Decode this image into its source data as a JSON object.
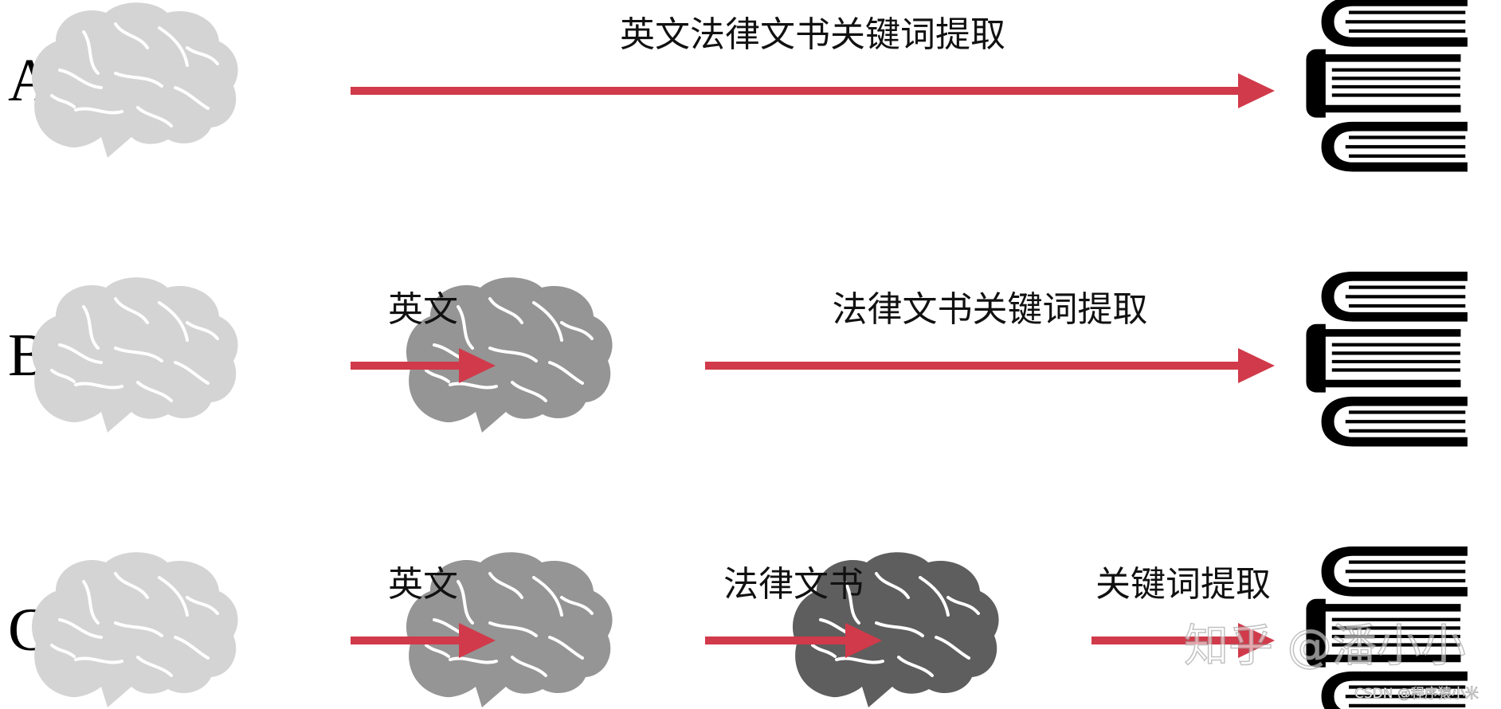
{
  "rows": [
    {
      "letter": "A",
      "steps": [
        {
          "label": "英文法律文书关键词提取"
        }
      ]
    },
    {
      "letter": "B",
      "steps": [
        {
          "label": "英文"
        },
        {
          "label": "法律文书关键词提取"
        }
      ]
    },
    {
      "letter": "C",
      "steps": [
        {
          "label": "英文"
        },
        {
          "label": "法律文书"
        },
        {
          "label": "关键词提取"
        }
      ]
    }
  ],
  "colors": {
    "arrow": "#d13a4a",
    "brain_light": "#d4d4d4",
    "brain_medium": "#959595",
    "brain_dark": "#5e5e5e",
    "books": "#000000"
  },
  "icons": {
    "brain": "brain-icon",
    "books": "book-stack-icon"
  },
  "watermark": {
    "main": "知乎 @潘小小",
    "sub": "CSDN @程序猿小米"
  }
}
